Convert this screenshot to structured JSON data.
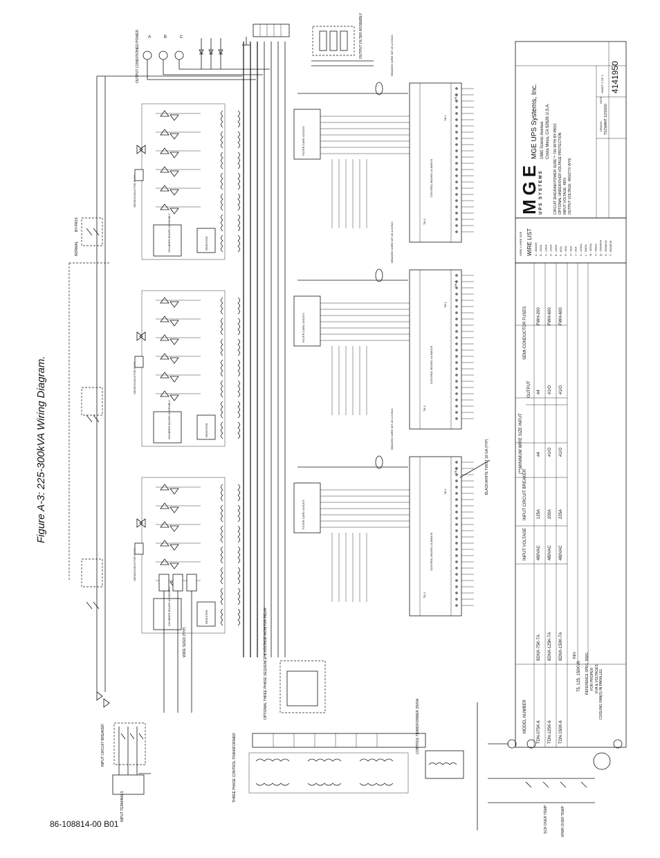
{
  "figure_title": "Figure A-3: 225-300kVA Wiring Diagram.",
  "doc_number": "86-108814-00 B01",
  "company": {
    "logo_text": "MGE",
    "logo_sub": "UPS SYSTEMS",
    "name": "MGE UPS Systems, Inc.",
    "address1": "1660 Scenic Avenue",
    "address2": "Costa Mesa, CA 92626 U.S.A."
  },
  "title_block": {
    "desc1": "CIRCUIT DIAGRAM POWER SURE™ 700 WITH BY-PASS",
    "desc2": "OPTIONAL UNDER/OVER VOLTAGE PROTECTION",
    "desc3": "INPUT VOLTAGE: 480V",
    "desc4": "OUTPUT VOLTAGE: 480/277V WYE",
    "drawing_number": "4141950",
    "drawn_label": "DRAWN",
    "date_label": "DATE",
    "drawn_by": "TSZWANT 12/15/00",
    "sheet_label": "SHEET 1 OF 1",
    "rev_label": "REV"
  },
  "table": {
    "headers": [
      "MODEL NUMBER",
      "INPUT VOLTAGE",
      "INPUT CIRCUIT BREAKER",
      "(**)MINIMUM WIRE SIZE INPUT",
      "OUTPUT",
      "SEMI-CONDUCTOR FUSES"
    ],
    "rows": [
      [
        "TDN-075K-6",
        "8DNX-75K-7A",
        "480VAC",
        "125A",
        "#4",
        "#4",
        "FWH-200"
      ],
      [
        "TDN-125K-6",
        "8DNX-125K-7A",
        "480VAC",
        "200A",
        "#1/O",
        "#1/O",
        "FWH-600"
      ],
      [
        "TDN-150K-6",
        "8DNX-150K-7A",
        "480VAC",
        "225A",
        "#1/O",
        "#1/O",
        "FWH-600"
      ]
    ],
    "note1": "75, 125, 150KVA",
    "note2": "REFERENCE SPEC. DWG.",
    "note3": "FOR PROPER",
    "note4": "KVA & VOLTAGES"
  },
  "wire_list": {
    "title": "WIRE LIST",
    "subtitle": "WIRE # WIRE SIZE",
    "items": [
      "A - 18AWG",
      "B - 16GA",
      "C - 14GA",
      "D - 12GA",
      "E - 10GA",
      "F - 8GA",
      "G - 6GA",
      "H - 4GA",
      "J - 2GA",
      "K - 1/0GA",
      "L - 2/0GA",
      "M - 3/0GA",
      "N - 4/0GA",
      "Q - 250MCM",
      "S - 350MCM",
      "T - 500MCM"
    ]
  },
  "labels": {
    "output_power": "OUTPUT CONDITIONED POWER",
    "phase_a": "A",
    "phase_b": "B",
    "phase_c": "C",
    "output_filter": "OUTPUT FILTER ASSEMBLY",
    "braided_wire": "BRAIDED WIRE MIT-28 4-COND.",
    "control_board": "CONTROL BOARD 14-809478",
    "filter_card": "FILTER CARD 4161373",
    "semiconductor": "SEMICONDUCTOR FUSE",
    "snubber": "SNUBBER BOARD ASSEMBLY",
    "resistor": "RESISTOR",
    "normal": "NORMAL",
    "bypass": "BY-PASS",
    "input_breaker": "INPUT CIRCUIT BREAKER",
    "input_terminals": "INPUT TERMINALS",
    "three_phase_xfmr": "THREE PHASE CONTROL TRANSFORMER",
    "control_xfmr": "CONTROL TRANSFORMER 250VA",
    "voltage_monitor": "OPTIONAL THREE PHASE SEQUENCE & VOLTAGE MONITOR RELAY",
    "black_white": "BLACK/WHITE TWIST 18 GA (TYP)",
    "wire_sized": "WIRE SIZED (TYP)",
    "fan_label": "COOLING FAN(S) IN PARALLEL",
    "xfmr_overtemp": "XFMR OVER TEMP",
    "scr_overtemp": "SCR OVER TEMP",
    "tb1": "TB-1",
    "tb2": "TB-2",
    "tb3": "TB-3"
  }
}
